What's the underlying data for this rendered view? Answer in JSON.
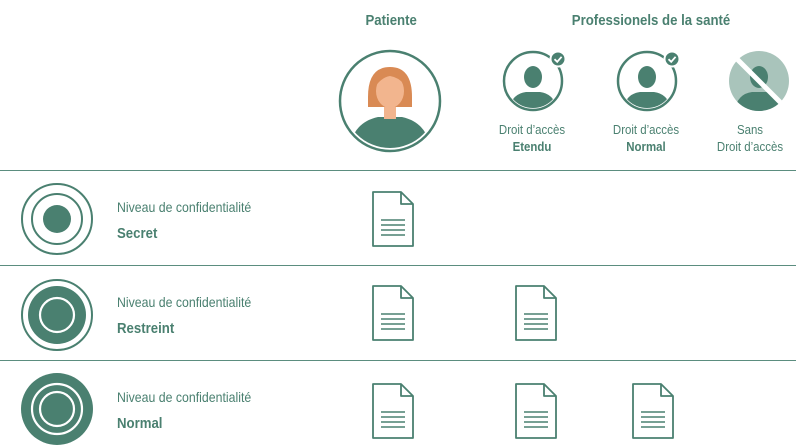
{
  "columns": {
    "patient_header": "Patiente",
    "professionals_header": "Professionels de la santé"
  },
  "professionals": [
    {
      "line1": "Droit d’accès",
      "line2": "Etendu",
      "status": "check-icon"
    },
    {
      "line1": "Droit d’accès",
      "line2": "Normal",
      "status": "check-icon"
    },
    {
      "line1": "Sans",
      "line2": "Droit d’accès",
      "status": "crossed-out"
    }
  ],
  "levels": [
    {
      "label": "Niveau de confidentialité",
      "name": "Secret",
      "icon": "target-icon",
      "documents": [
        "patient"
      ]
    },
    {
      "label": "Niveau de confidentialité",
      "name": "Restreint",
      "icon": "target-icon",
      "documents": [
        "patient",
        "etendu"
      ]
    },
    {
      "label": "Niveau de confidentialité",
      "name": "Normal",
      "icon": "target-icon",
      "documents": [
        "patient",
        "etendu",
        "normal"
      ]
    }
  ],
  "colors": {
    "primary": "#4a8070",
    "light": "#a9c4bb",
    "skin": "#f2b58e",
    "hair": "#d98a54"
  }
}
